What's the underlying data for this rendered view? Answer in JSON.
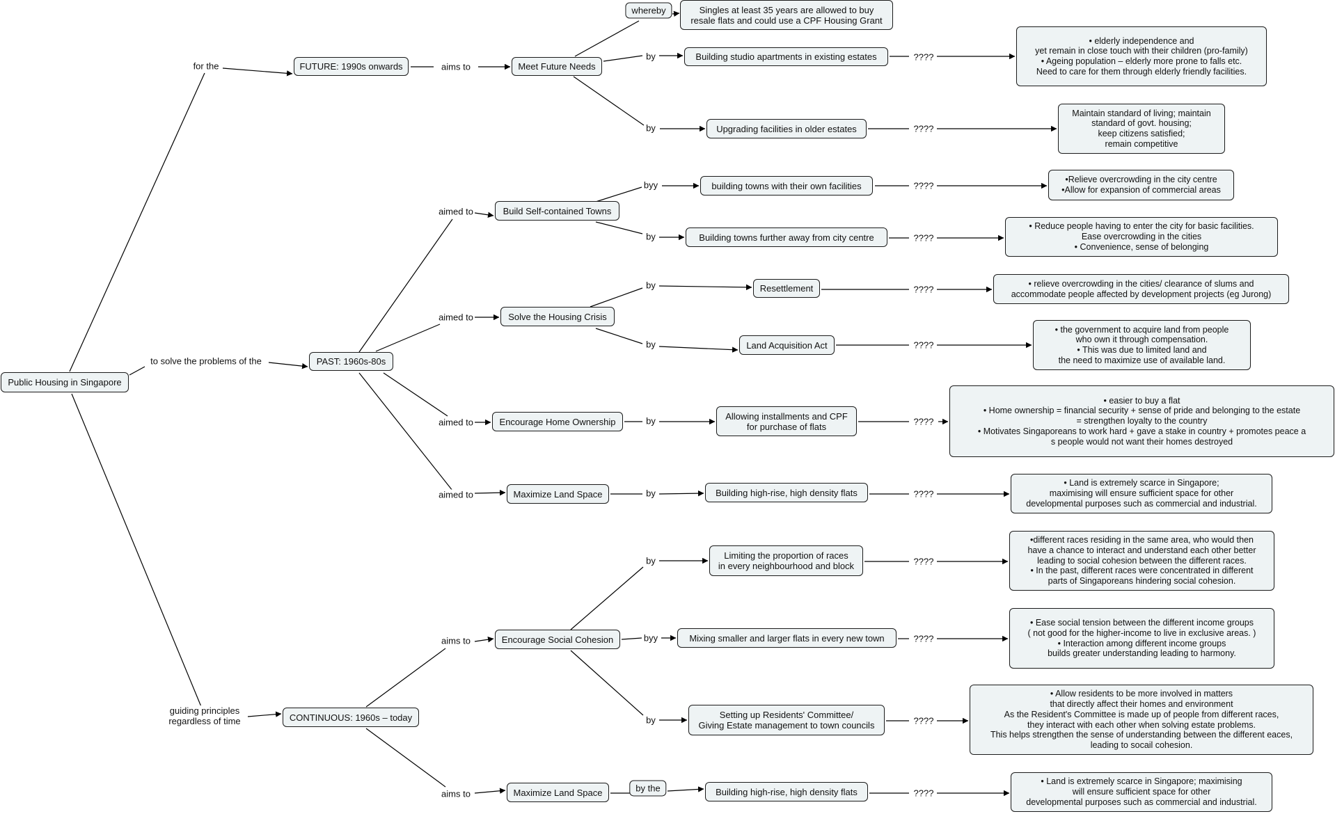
{
  "nodes": {
    "root": "Public Housing in Singapore",
    "future": "FUTURE: 1990s onwards",
    "past": "PAST: 1960s-80s",
    "continuous": "CONTINUOUS: 1960s – today",
    "meet_future_needs": "Meet Future Needs",
    "singles": "Singles at least 35 years are allowed to buy\nresale flats and could use a CPF Housing Grant",
    "studio": "Building studio apartments in existing estates",
    "studio_note": "•    elderly independence and\nyet remain in close touch with their children (pro-family)\n•    Ageing population – elderly more prone to falls etc.\nNeed to care for them through elderly friendly facilities.",
    "upgrading": "Upgrading facilities in older estates",
    "upgrading_note": "Maintain standard of living; maintain\nstandard of govt. housing;\nkeep citizens satisfied;\nremain competitive",
    "self_contained": "Build Self-contained Towns",
    "own_facilities": "building towns with their own facilities",
    "own_facilities_note": "•Relieve overcrowding in the city centre\n•Allow for expansion of commercial areas",
    "further_away": "Building towns further away from city centre",
    "further_away_note": "•    Reduce people having to enter the city for basic facilities.\nEase overcrowding in the cities\n•    Convenience, sense of belonging",
    "housing_crisis": "Solve the Housing Crisis",
    "resettlement": "Resettlement",
    "resettlement_note": "• relieve overcrowding in the cities/ clearance of slums and\naccommodate people affected by development projects (eg Jurong)",
    "land_acq": "Land Acquisition Act",
    "land_acq_note": "•    the government to acquire land from people\nwho own it through compensation.\n•    This was due to limited land and\nthe need to maximize use of available land.",
    "home_ownership": "Encourage Home Ownership",
    "installments": "Allowing installments and CPF\nfor purchase of flats",
    "installments_note": "•    easier to buy a flat\n•    Home ownership = financial security + sense of pride and belonging to the estate\n= strengthen loyalty to the country\n•    Motivates Singaporeans to work hard + gave a stake in country + promotes peace a\ns people would not want their homes destroyed",
    "max_land_past": "Maximize Land Space",
    "highrise_past": "Building high-rise, high density flats",
    "highrise_past_note": "•    Land is extremely scarce in Singapore;\nmaximising will ensure sufficient space  for other\ndevelopmental purposes such as commercial and industrial.",
    "social_cohesion": "Encourage Social Cohesion",
    "races": "Limiting the proportion of races\nin every neighbourhood and block",
    "races_note": "•different races residing in the same area, who would then\nhave a chance to interact and understand each other better\nleading to social cohesion between the different races.\n• In the past, different races were concentrated in different\nparts of Singaporeans hindering social cohesion.",
    "mixing": "Mixing smaller and larger flats in every new town",
    "mixing_note": "•    Ease social tension between the different income groups\n( not good for the higher-income to live in exclusive areas. )\n•    Interaction among different income groups\nbuilds greater understanding leading to harmony.",
    "committee": "Setting up Residents' Committee/\nGiving Estate management to town councils",
    "committee_note": "•    Allow residents to be more involved in matters\nthat directly affect their homes and environment\nAs the Resident's Committee is made up of people from different races,\nthey interact with each other when solving estate problems.\nThis helps strengthen the sense of understanding between the different eaces,\nleading to socail cohesion.",
    "max_land_cont": "Maximize Land Space",
    "highrise_cont": "Building high-rise, high density flats",
    "highrise_cont_note": "•    Land is extremely scarce in Singapore; maximising\nwill ensure sufficient space  for other\ndevelopmental purposes such as commercial and industrial."
  },
  "labels": {
    "for_the": "for the",
    "solve_problems": "to solve the problems of the",
    "guiding": "guiding principles\nregardless of time",
    "aims_to_future": "aims to",
    "whereby": "whereby",
    "by_studio": "by",
    "by_upgrading": "by",
    "q_studio": "????",
    "q_upgrading": "????",
    "aimed_to_1": "aimed to",
    "aimed_to_2": "aimed to",
    "aimed_to_3": "aimed to",
    "aimed_to_4": "aimed to",
    "byy_own": "byy",
    "by_further": "by",
    "q_own": "????",
    "q_further": "????",
    "by_resettle": "by",
    "by_landacq": "by",
    "q_resettle": "????",
    "q_landacq": "????",
    "by_install": "by",
    "q_install": "????",
    "by_highrise_past": "by",
    "q_highrise_past": "????",
    "aims_to_cohesion": "aims to",
    "aims_to_land": "aims to",
    "by_races": "by",
    "byy_mixing": "byy",
    "by_committee": "by",
    "q_races": "????",
    "q_mixing": "????",
    "q_committee": "????",
    "by_the": "by the",
    "q_highrise_cont": "????"
  }
}
